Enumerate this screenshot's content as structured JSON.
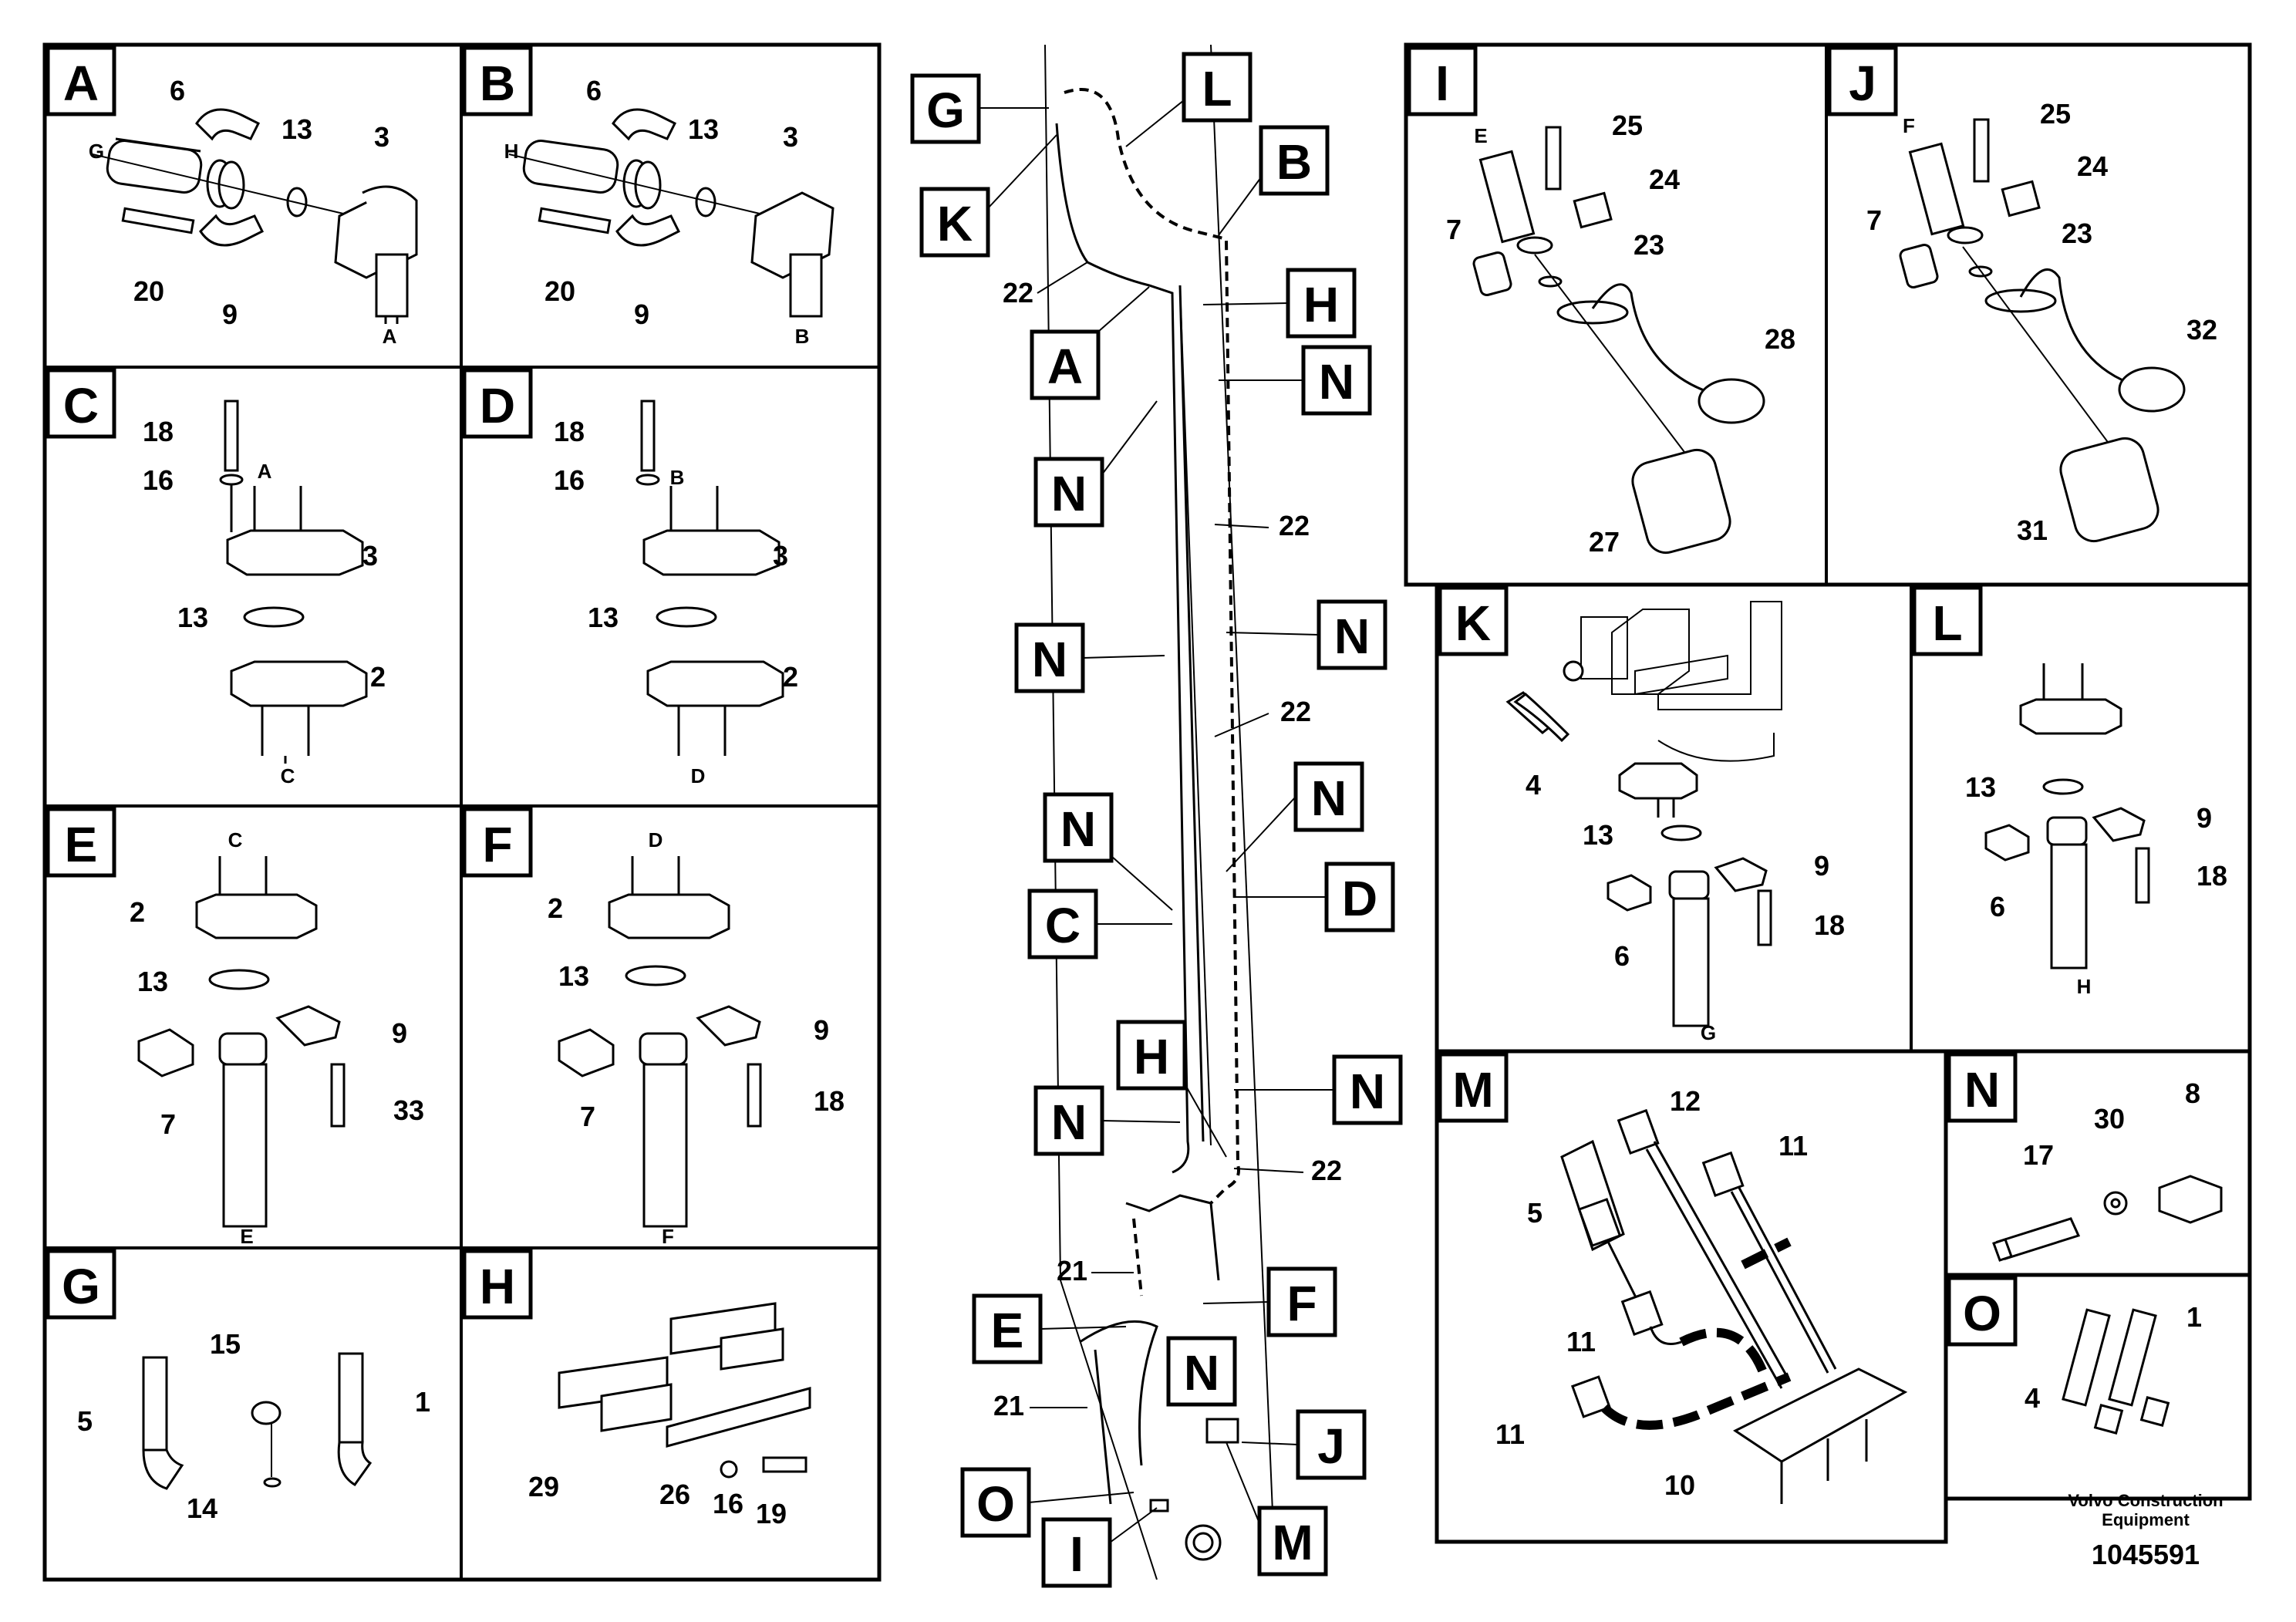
{
  "panels": {
    "A": {
      "letter": "A",
      "parts": [
        "6",
        "13",
        "3",
        "20",
        "9"
      ],
      "labels": [
        "G",
        "A"
      ]
    },
    "B": {
      "letter": "B",
      "parts": [
        "6",
        "13",
        "3",
        "20",
        "9"
      ],
      "labels": [
        "H",
        "B"
      ]
    },
    "C": {
      "letter": "C",
      "parts": [
        "18",
        "16",
        "3",
        "13",
        "2"
      ],
      "labels": [
        "A",
        "C"
      ]
    },
    "D": {
      "letter": "D",
      "parts": [
        "18",
        "16",
        "3",
        "13",
        "2"
      ],
      "labels": [
        "B",
        "D"
      ]
    },
    "E": {
      "letter": "E",
      "parts": [
        "2",
        "13",
        "9",
        "33",
        "7"
      ],
      "labels": [
        "C",
        "E"
      ]
    },
    "F": {
      "letter": "F",
      "parts": [
        "2",
        "13",
        "9",
        "18",
        "7"
      ],
      "labels": [
        "D",
        "F"
      ]
    },
    "G": {
      "letter": "G",
      "parts": [
        "15",
        "5",
        "1",
        "14"
      ]
    },
    "H": {
      "letter": "H",
      "parts": [
        "29",
        "26",
        "16",
        "19"
      ]
    },
    "I": {
      "letter": "I",
      "parts": [
        "25",
        "24",
        "7",
        "23",
        "28",
        "27"
      ],
      "labels": [
        "E"
      ]
    },
    "J": {
      "letter": "J",
      "parts": [
        "25",
        "24",
        "7",
        "23",
        "32",
        "31"
      ],
      "labels": [
        "F"
      ]
    },
    "K": {
      "letter": "K",
      "parts": [
        "4",
        "13",
        "9",
        "18",
        "6"
      ],
      "labels": [
        "G"
      ]
    },
    "L": {
      "letter": "L",
      "parts": [
        "13",
        "9",
        "18",
        "6"
      ],
      "labels": [
        "H"
      ]
    },
    "M": {
      "letter": "M",
      "parts": [
        "12",
        "11",
        "5",
        "11",
        "11",
        "10"
      ]
    },
    "N": {
      "letter": "N",
      "parts": [
        "8",
        "30",
        "17"
      ]
    },
    "O": {
      "letter": "O",
      "parts": [
        "1",
        "4"
      ]
    }
  },
  "overview": {
    "callouts": [
      "G",
      "L",
      "K",
      "B",
      "H",
      "A",
      "N",
      "N",
      "N",
      "N",
      "N",
      "N",
      "N",
      "D",
      "C",
      "H",
      "N",
      "N",
      "E",
      "F",
      "N",
      "J",
      "O",
      "I",
      "M"
    ],
    "part_numbers": [
      "22",
      "22",
      "22",
      "22",
      "21",
      "21"
    ]
  },
  "footer": {
    "company_line1": "Volvo Construction",
    "company_line2": "Equipment",
    "doc_number": "1045591"
  }
}
